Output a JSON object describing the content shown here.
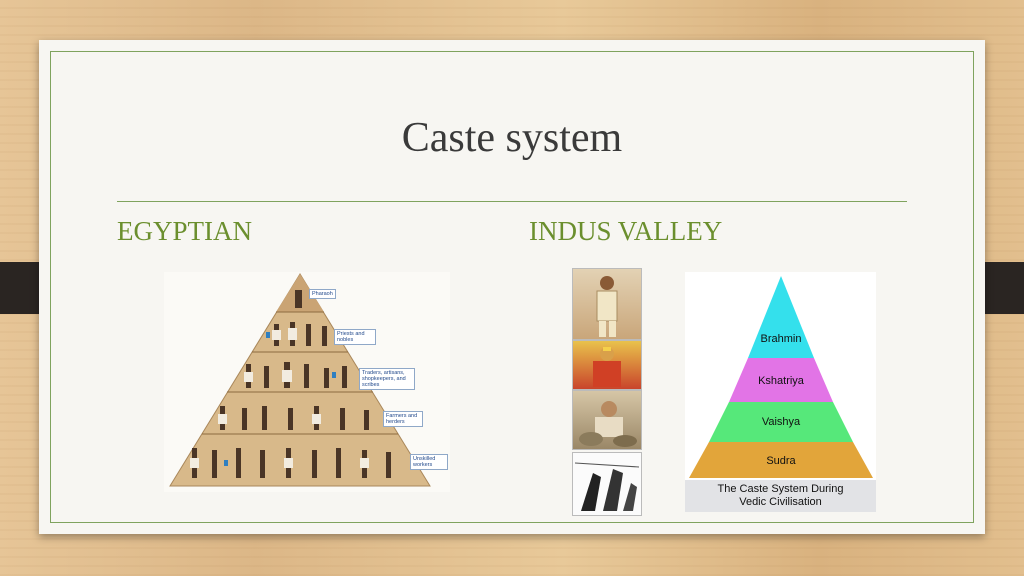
{
  "slide": {
    "title": "Caste system",
    "left_heading": "EGYPTIAN",
    "right_heading": "INDUS VALLEY"
  },
  "egypt_pyramid": {
    "levels": [
      "Pharaoh",
      "Priests and nobles",
      "Traders, artisans, shopkeepers, and scribes",
      "Farmers and herders",
      "Unskilled workers"
    ]
  },
  "vedic_pyramid": {
    "levels": [
      {
        "label": "Brahmin",
        "color": "#34e0ec"
      },
      {
        "label": "Kshatriya",
        "color": "#e274e6"
      },
      {
        "label": "Vaishya",
        "color": "#56e87a"
      },
      {
        "label": "Sudra",
        "color": "#e2a53a"
      }
    ],
    "caption_line1": "The Caste System During",
    "caption_line2": "Vedic Civilisation"
  },
  "colors": {
    "accent": "#6b8f2e",
    "title": "#3a3a3a",
    "frame": "#7fa35e"
  }
}
